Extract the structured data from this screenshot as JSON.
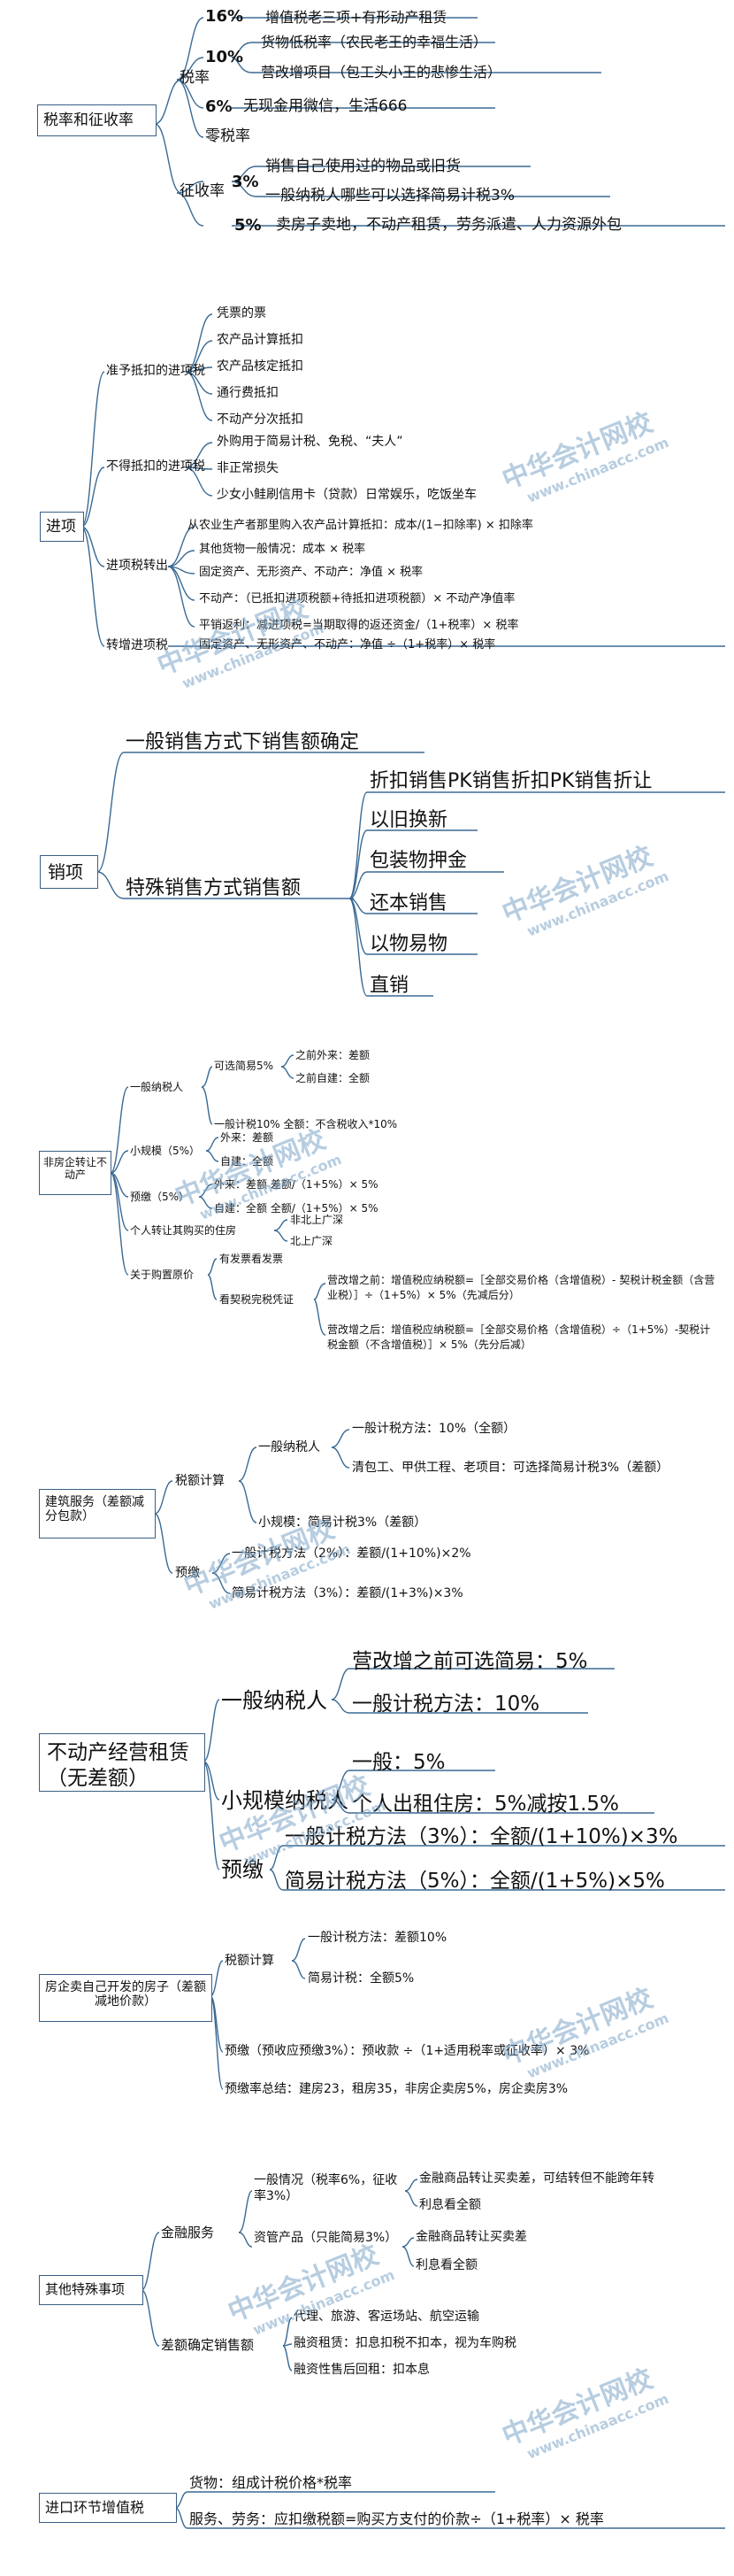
{
  "watermark": {
    "cn": "中华会计网校",
    "url": "www.chinaacc.com"
  },
  "s1": {
    "root": "税率和征收率",
    "rate": "税率",
    "r16": "16%",
    "r16_desc": "增值税老三项+有形动产租赁",
    "r10": "10%",
    "r10_desc1": "货物低税率（农民老王的幸福生活）",
    "r10_desc2": "营改增项目（包工头小王的悲惨生活）",
    "r6": "6%",
    "r6_desc": "无现金用微信，生活666",
    "r0": "零税率",
    "levy": "征收率",
    "l3": "3%",
    "l3_desc1": "销售自己使用过的物品或旧货",
    "l3_desc2": "一般纳税人哪些可以选择简易计税3%",
    "l5": "5%",
    "l5_desc": "卖房子卖地，不动产租赁，劳务派遣、人力资源外包"
  },
  "s2": {
    "root": "进项",
    "deduct": "准予抵扣的进项税",
    "d1": "凭票的票",
    "d2": "农产品计算抵扣",
    "d3": "农产品核定抵扣",
    "d4": "通行费抵扣",
    "d5": "不动产分次抵扣",
    "nodeduct": "不得抵扣的进项税",
    "n1": "外购用于简易计税、免税、“夫人”",
    "n2": "非正常损失",
    "n3": "少女小鲑刷信用卡（贷款）日常娱乐，吃饭坐车",
    "transfer": "进项税转出",
    "t1": "从农业生产者那里购入农产品计算抵扣：成本/(1−扣除率) × 扣除率",
    "t2": "其他货物一般情况：成本 × 税率",
    "t3": "固定资产、无形资产、不动产：净值 × 税率",
    "t4": "不动产：（已抵扣进项税额+待抵扣进项税额）× 不动产净值率",
    "t5": "平销返利：减进项税=当期取得的返还资金/（1+税率）× 税率",
    "add": "转增进项税",
    "a1": "固定资产、无形资产、不动产：净值 ÷（1+税率）× 税率"
  },
  "s3": {
    "root": "销项",
    "b1": "一般销售方式下销售额确定",
    "b2": "特殊销售方式销售额",
    "c1": "折扣销售PK销售折扣PK销售折让",
    "c2": "以旧换新",
    "c3": "包装物押金",
    "c4": "还本销售",
    "c5": "以物易物",
    "c6": "直销"
  },
  "s4": {
    "root": "非房企转让不动产",
    "g": "一般纳税人",
    "g_opt": "可选简易5%",
    "g_o1": "之前外来：差额",
    "g_o2": "之前自建：全额",
    "g_gen": "一般计税10% 全额：不含税收入*10%",
    "s": "小规模（5%）",
    "s1": "外来：差额",
    "s2": "自建：全额",
    "p": "预缴（5%）",
    "p1": "外来：差额 差额/（1+5%）× 5%",
    "p2": "自建：全额 全额/（1+5%）× 5%",
    "ind": "个人转让其购买的住房",
    "ind1": "非北上广深",
    "ind2": "北上广深",
    "orig": "关于购置原价",
    "o1": "有发票看发票",
    "o2": "看契税完税凭证",
    "o21": "营改增之前：增值税应纳税额=［全部交易价格（含增值税）- 契税计税金额（含营业税）］÷（1+5%）× 5%（先减后分）",
    "o22": "营改增之后：增值税应纳税额=［全部交易价格（含增值税）÷（1+5%）-契税计税金额（不含增值税）］× 5%（先分后减）"
  },
  "s5": {
    "root": "建筑服务（差额减分包款）",
    "calc": "税额计算",
    "g": "一般纳税人",
    "g1": "一般计税方法：10%（全额）",
    "g2": "清包工、甲供工程、老项目：可选择简易计税3%（差额）",
    "s": "小规模：简易计税3%（差额）",
    "pre": "预缴",
    "p1": "一般计税方法（2%）：差额/(1+10%)×2%",
    "p2": "简易计税方法（3%）：差额/(1+3%)×3%"
  },
  "s6": {
    "root": "不动产经营租赁（无差额）",
    "g": "一般纳税人",
    "g1": "营改增之前可选简易：5%",
    "g2": "一般计税方法：10%",
    "s": "小规模纳税人",
    "s1": "一般：5%",
    "s2": "个人出租住房：5%减按1.5%",
    "p": "预缴",
    "p1": "一般计税方法（3%）：全额/(1+10%)×3%",
    "p2": "简易计税方法（5%）：全额/(1+5%)×5%"
  },
  "s7": {
    "root": "房企卖自己开发的房子（差额减地价款）",
    "calc": "税额计算",
    "c1": "一般计税方法：差额10%",
    "c2": "简易计税：全额5%",
    "pre": "预缴（预收应预缴3%）：预收款 ÷（1+适用税率或征收率）× 3%",
    "sum": "预缴率总结：建房23，租房35，非房企卖房5%，房企卖房3%"
  },
  "s8": {
    "root": "其他特殊事项",
    "fin": "金融服务",
    "f_gen": "一般情况（税率6%，征收率3%）",
    "f_g1": "金融商品转让买卖差，可结转但不能跨年转",
    "f_g2": "利息看全额",
    "f_asset": "资管产品（只能简易3%）",
    "f_a1": "金融商品转让买卖差",
    "f_a2": "利息看全额",
    "diff": "差额确定销售额",
    "d1": "代理、旅游、客运场站、航空运输",
    "d2": "融资租赁",
    "d2_desc": "融资租赁：扣息扣税不扣本，视为车购税",
    "d3": "融资性售后回租：扣本息"
  },
  "s9": {
    "root": "进口环节增值税",
    "i1": "货物：组成计税价格*税率",
    "i2": "服务、劳务：应扣缴税额=购买方支付的价款÷（1+税率）× 税率"
  }
}
